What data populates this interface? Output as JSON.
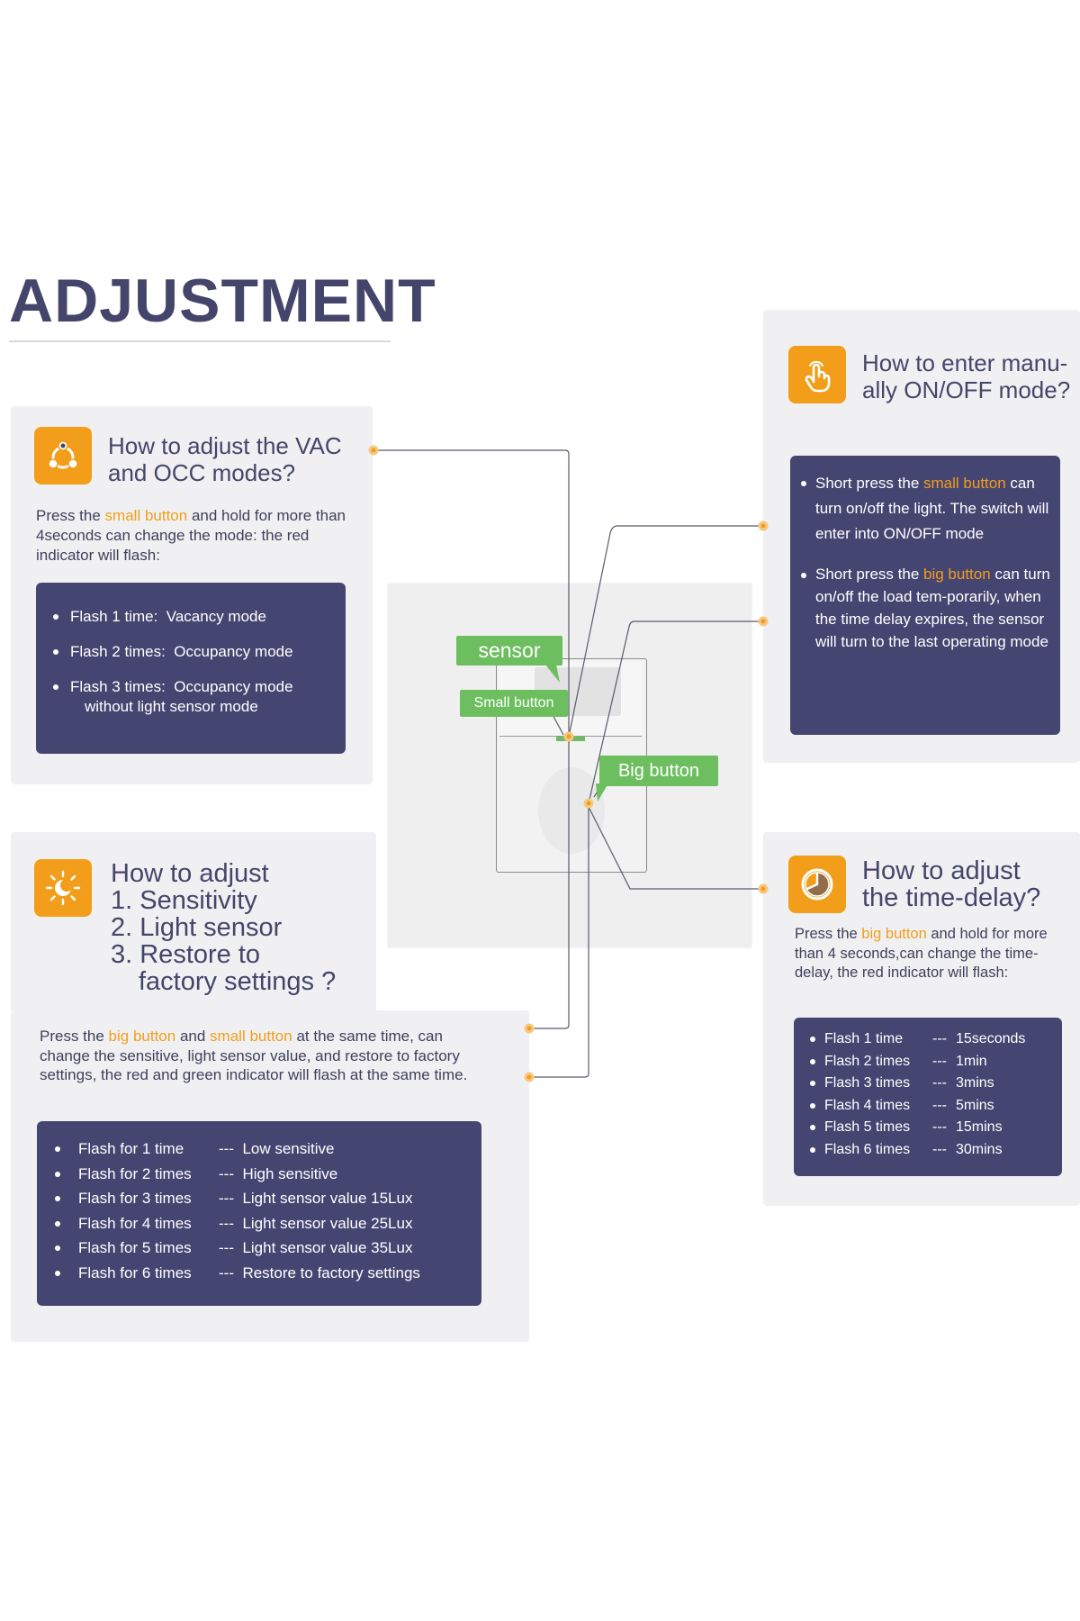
{
  "title": "ADJUSTMENT",
  "vac": {
    "heading": [
      "How to adjust the VAC",
      "and OCC modes?"
    ],
    "desc": {
      "pre": "Press the ",
      "hl": "small button",
      "post": " and hold for more than 4seconds can change the mode: the red indicator will flash:"
    },
    "items": [
      {
        "label": "Flash 1 time:",
        "value": "Vacancy mode"
      },
      {
        "label": "Flash 2 times:",
        "value": "Occupancy mode"
      },
      {
        "label": "Flash 3 times:",
        "value": "Occupancy mode",
        "value2": "without light sensor mode"
      }
    ]
  },
  "manual": {
    "heading": [
      "How to enter manu-",
      "ally ON/OFF mode?"
    ],
    "items": [
      {
        "pre": "Short press the ",
        "hl": "small button",
        "post": " can turn on/off the light. The switch will enter into ON/OFF mode"
      },
      {
        "pre": "Short press the ",
        "hl": "big button",
        "post": " can turn on/off the load tem-porarily, when the time delay expires, the sensor will turn to the last operating mode"
      }
    ]
  },
  "sensitivity": {
    "heading": [
      "How to adjust",
      "1. Sensitivity",
      "2. Light sensor",
      "3. Restore to",
      "factory settings ?"
    ],
    "desc": {
      "p1": "Press the ",
      "hl1": "big button",
      "p2": " and ",
      "hl2": "small button",
      "p3": " at the same time, can change the sensitive, light sensor value, and restore to factory settings, the red and green indicator will flash at the same time."
    },
    "items": [
      {
        "label": "Flash for 1 time",
        "sep": "---",
        "value": "Low sensitive"
      },
      {
        "label": "Flash for 2 times",
        "sep": "---",
        "value": "High sensitive"
      },
      {
        "label": "Flash for 3 times",
        "sep": "---",
        "value": "Light sensor value 15Lux"
      },
      {
        "label": "Flash for 4 times",
        "sep": "---",
        "value": "Light sensor value 25Lux"
      },
      {
        "label": "Flash for 5 times",
        "sep": "---",
        "value": "Light sensor value 35Lux"
      },
      {
        "label": "Flash for 6 times",
        "sep": "---",
        "value": "Restore to factory settings"
      }
    ]
  },
  "timedelay": {
    "heading": [
      "How to adjust",
      "the time-delay?"
    ],
    "desc": {
      "pre": "Press the ",
      "hl": "big button",
      "post": " and hold for more than 4 seconds,can change the time-delay, the red indicator will flash:"
    },
    "items": [
      {
        "label": "Flash 1 time",
        "sep": "---",
        "value": "15seconds"
      },
      {
        "label": "Flash 2 times",
        "sep": "---",
        "value": "1min"
      },
      {
        "label": "Flash 3 times",
        "sep": "---",
        "value": "3mins"
      },
      {
        "label": "Flash 4 times",
        "sep": "---",
        "value": "5mins"
      },
      {
        "label": "Flash 5 times",
        "sep": "---",
        "value": "15mins"
      },
      {
        "label": "Flash 6 times",
        "sep": "---",
        "value": "30mins"
      }
    ]
  },
  "tags": {
    "sensor": "sensor",
    "small_button": "Small button",
    "big_button": "Big button"
  },
  "colors": {
    "accent": "#f29e1a",
    "navy": "#454572",
    "green": "#6dbe5f",
    "panel": "#f0f0f2"
  },
  "icons": {
    "vac": "mode-cycle-icon",
    "manual": "hand-pointer-icon",
    "sensitivity": "sun-moon-icon",
    "timedelay": "clock-icon"
  }
}
